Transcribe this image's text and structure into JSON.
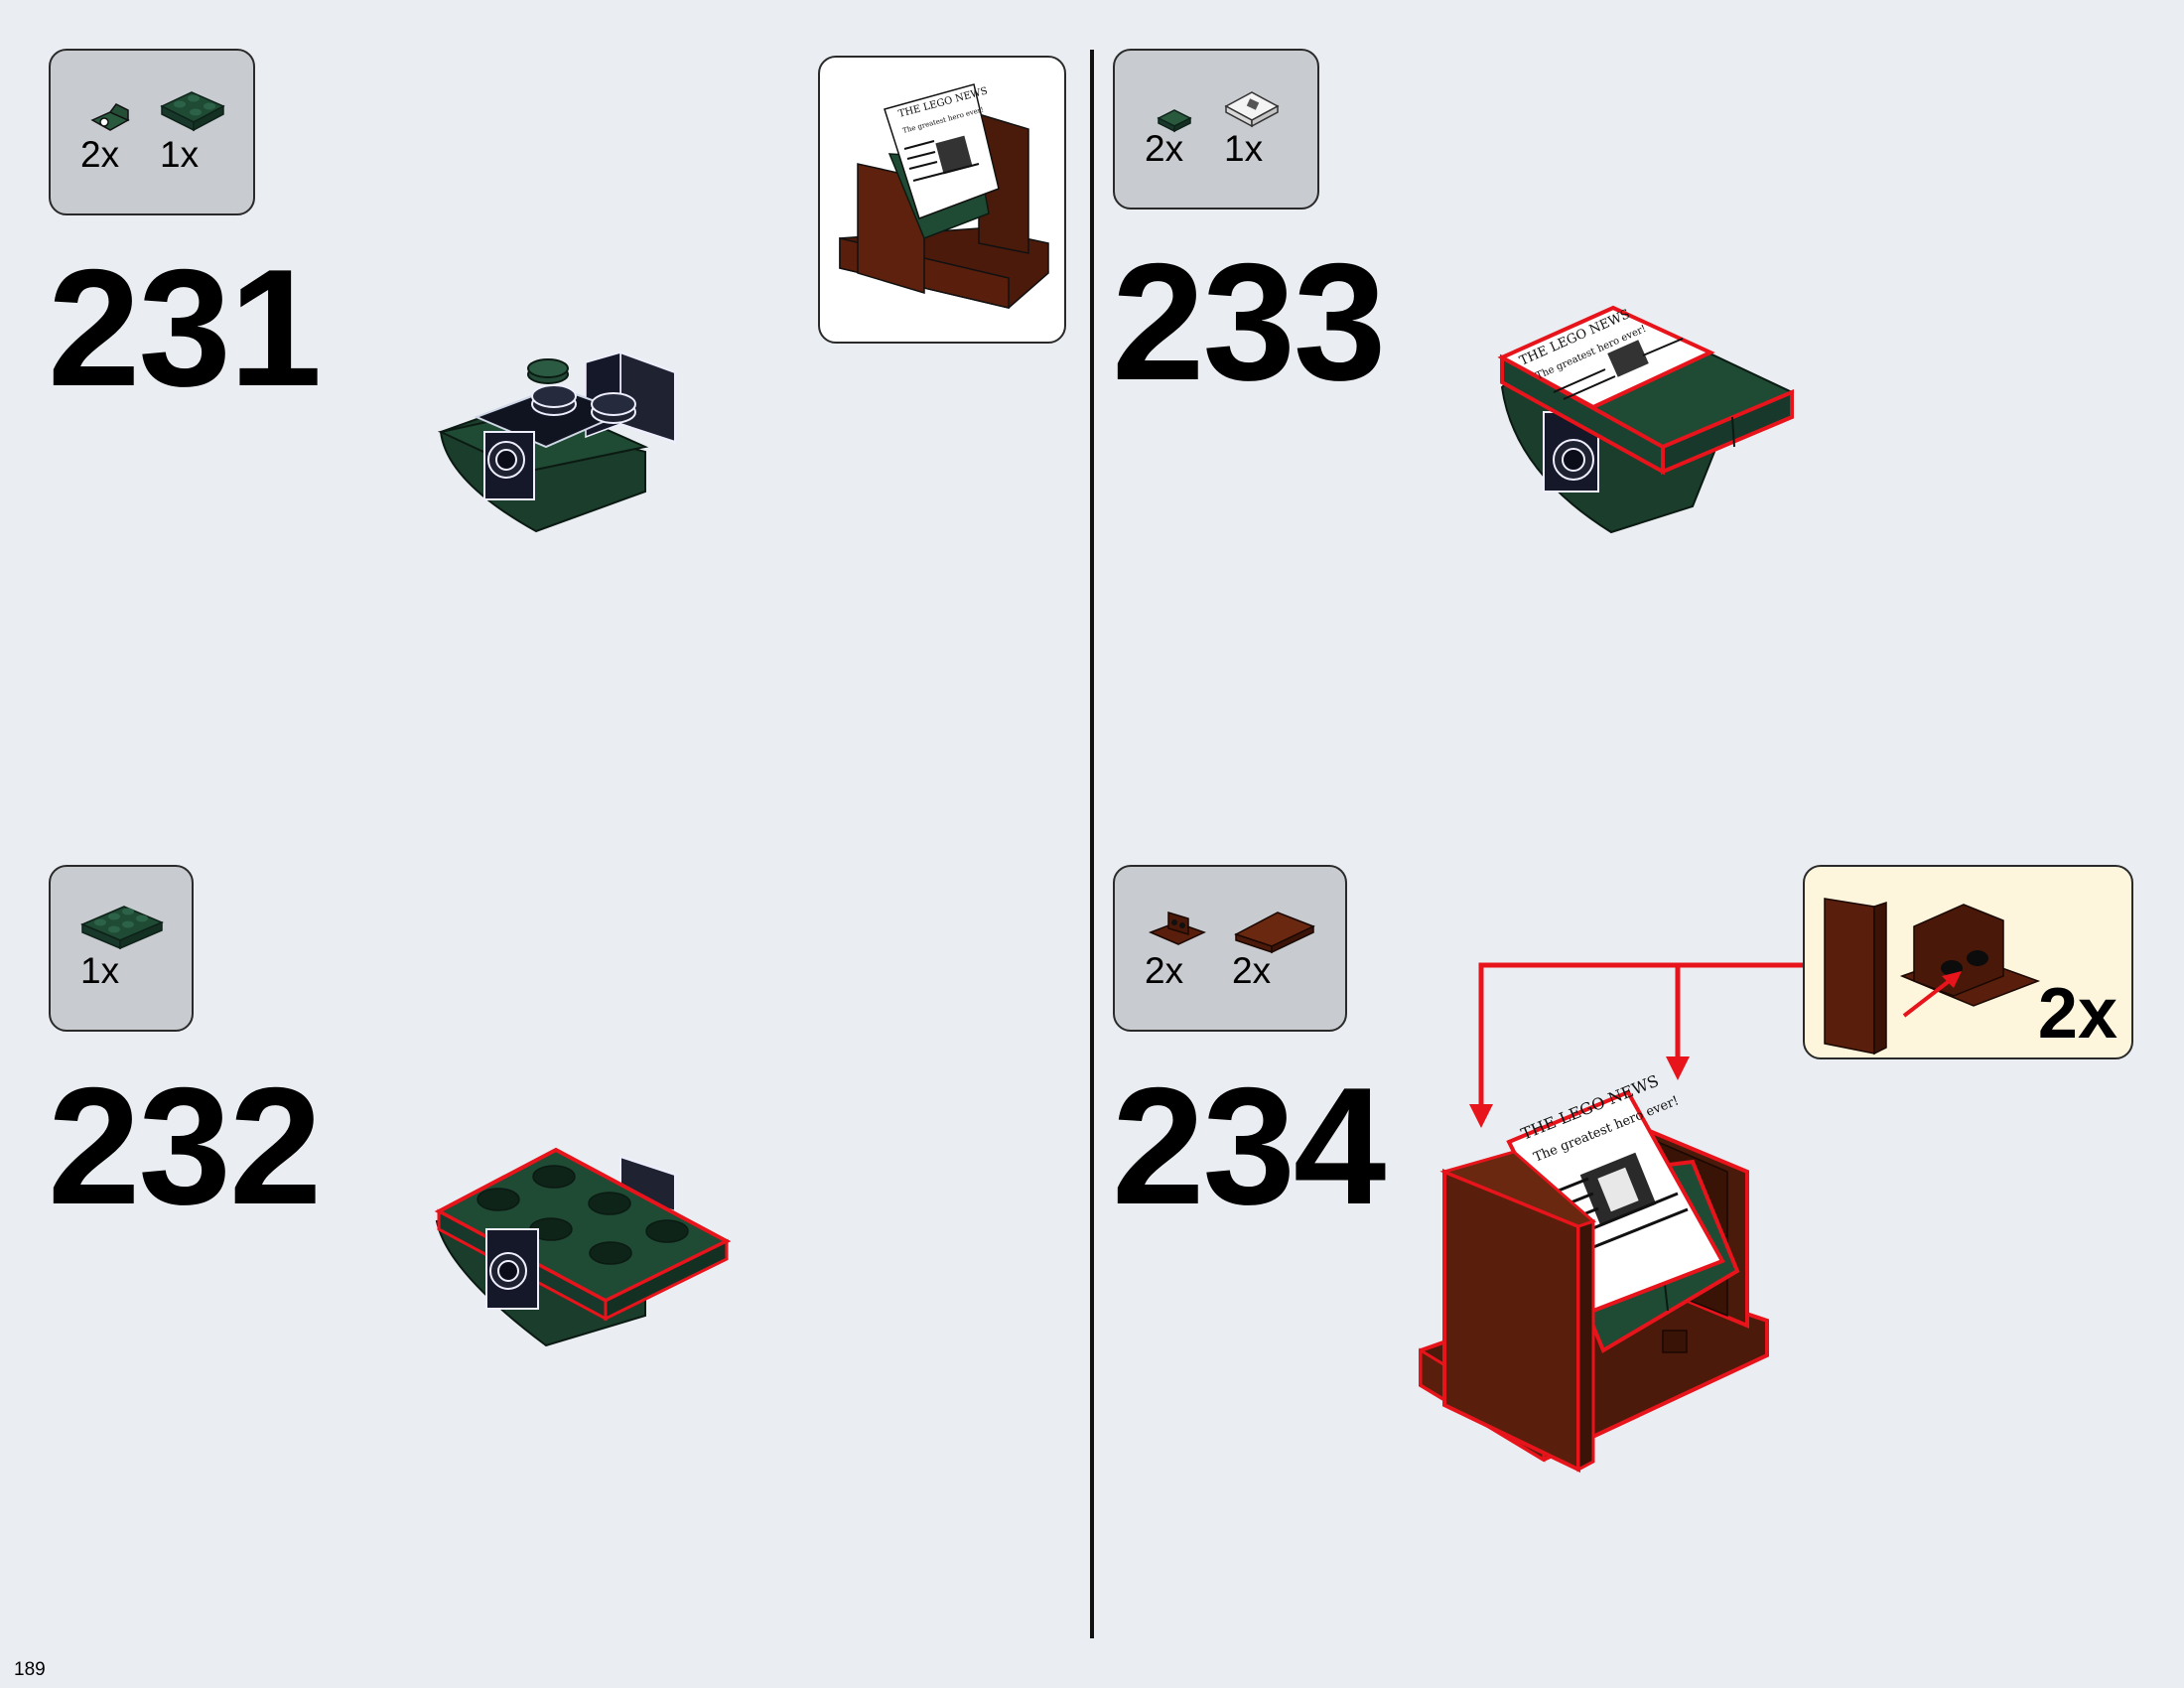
{
  "page": {
    "number": "189"
  },
  "steps": [
    {
      "number": "231",
      "parts": [
        {
          "qty": "2x",
          "icon": "dark-green-bracket-icon"
        },
        {
          "qty": "1x",
          "icon": "dark-green-plate-icon"
        }
      ]
    },
    {
      "number": "232",
      "parts": [
        {
          "qty": "1x",
          "icon": "dark-green-2x3-plate-icon"
        }
      ]
    },
    {
      "number": "233",
      "parts": [
        {
          "qty": "2x",
          "icon": "dark-green-tile-icon"
        },
        {
          "qty": "1x",
          "icon": "newspaper-tile-icon"
        }
      ]
    },
    {
      "number": "234",
      "parts": [
        {
          "qty": "2x",
          "icon": "brown-bracket-icon"
        },
        {
          "qty": "2x",
          "icon": "brown-tile-icon"
        }
      ]
    }
  ],
  "subassembly": {
    "qty": "2x"
  },
  "newspaper": {
    "masthead": "THE LEGO NEWS",
    "headline": "The greatest hero ever!"
  },
  "colors": {
    "background": "#eaeef2",
    "parts_box": "#c8cbcf",
    "dark_green": "#1f4a33",
    "reddish_brown": "#5a1f0c",
    "highlight_red": "#e8141c",
    "subassembly_bg": "#fdf6dc"
  }
}
